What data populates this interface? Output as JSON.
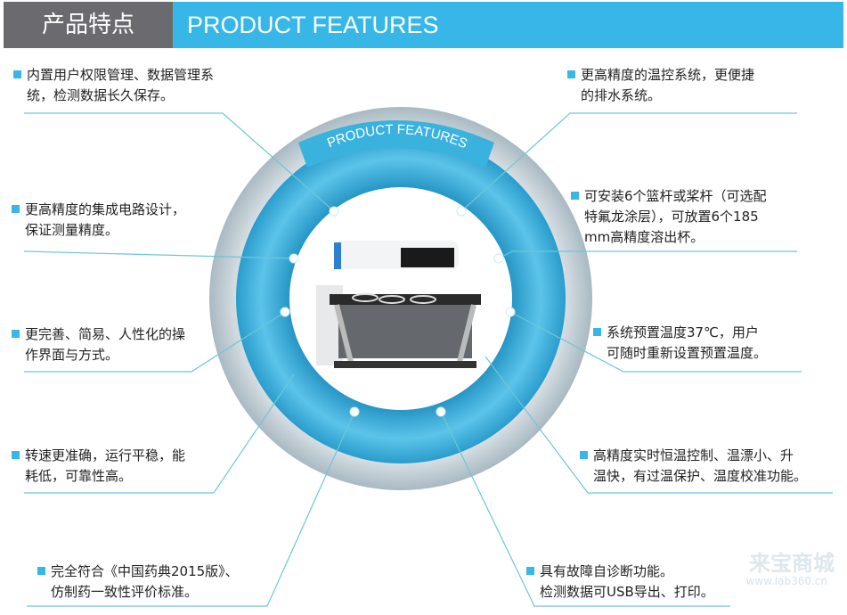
{
  "header": {
    "title_cn": "产品特点",
    "title_en": "PRODUCT FEATURES"
  },
  "ring_banner": "PRODUCT FEATURES",
  "features_left": [
    {
      "line1": "内置用户权限管理、数据管理系",
      "line2": "统，检测数据长久保存。"
    },
    {
      "line1": "更高精度的集成电路设计，",
      "line2": "保证测量精度。"
    },
    {
      "line1": "更完善、简易、人性化的操",
      "line2": "作界面与方式。"
    },
    {
      "line1": "转速更准确，运行平稳，能",
      "line2": "耗低，可靠性高。"
    },
    {
      "line1": "完全符合《中国药典2015版》、",
      "line2": "仿制药一致性评价标准。"
    }
  ],
  "features_right": [
    {
      "line1": "更高精度的温控系统，更便捷",
      "line2": "的排水系统。",
      "line3": ""
    },
    {
      "line1": "可安装6个篮杆或桨杆（可选配",
      "line2": "特氟龙涂层），可放置6个185",
      "line3": "mm高精度溶出杯。"
    },
    {
      "line1": "系统预置温度37℃，用户",
      "line2": "可随时重新设置预置温度。",
      "line3": ""
    },
    {
      "line1": "高精度实时恒温控制、温漂小、升",
      "line2": "温快，有过温保护、温度校准功能。",
      "line3": ""
    },
    {
      "line1": "具有故障自诊断功能。",
      "line2": "检测数据可USB导出、打印。",
      "line3": ""
    }
  ],
  "watermark": {
    "name": "来宝商城",
    "url": "www.lab360.cn"
  },
  "colors": {
    "accent": "#36b7e8",
    "header_gray": "#6b6b6f",
    "line": "#6cc7d6"
  }
}
